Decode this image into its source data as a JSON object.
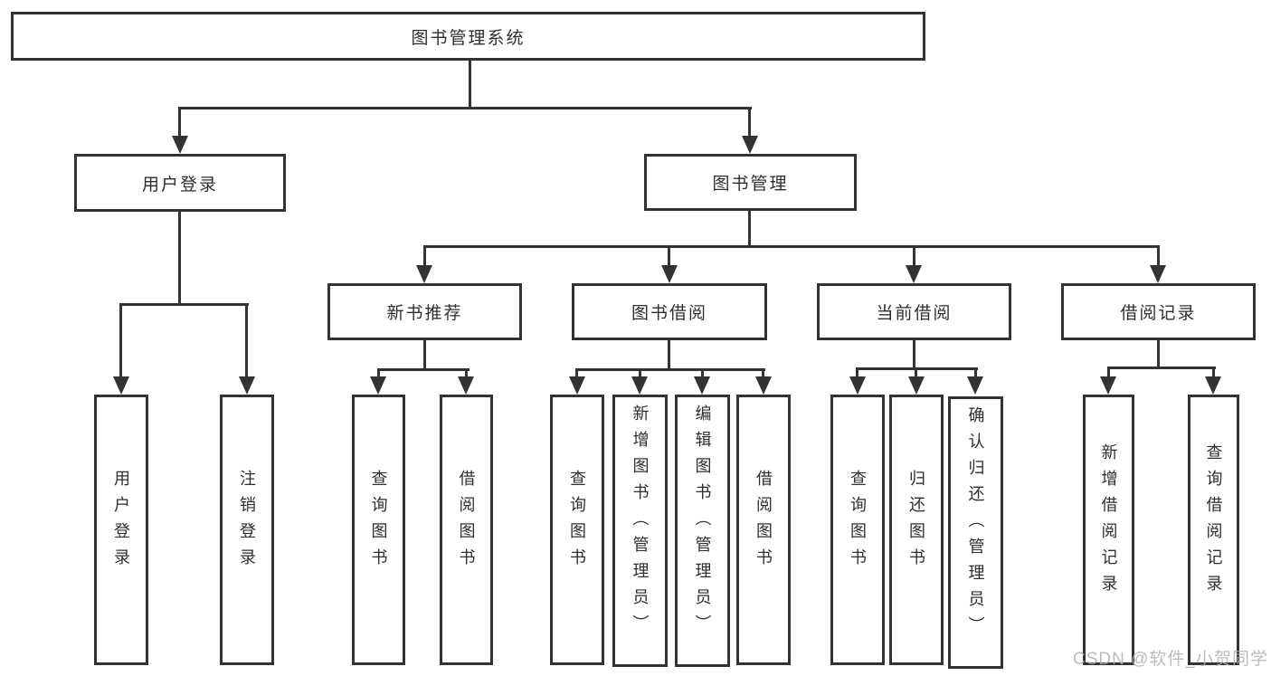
{
  "watermark": "CSDN @软件_小贺同学",
  "colors": {
    "line": "#333333",
    "box_border": "#333333",
    "box_fill": "#ffffff",
    "text": "#2f2f2f",
    "background": "#ffffff",
    "watermark": "#b0b0b0"
  },
  "tree": {
    "label": "图书管理系统",
    "children": [
      {
        "label": "用户登录",
        "children": [
          {
            "label": "用户登录"
          },
          {
            "label": "注销登录"
          }
        ]
      },
      {
        "label": "图书管理",
        "children": [
          {
            "label": "新书推荐",
            "children": [
              {
                "label": "查询图书"
              },
              {
                "label": "借阅图书"
              }
            ]
          },
          {
            "label": "图书借阅",
            "children": [
              {
                "label": "查询图书"
              },
              {
                "label": "新增图书（管理员）"
              },
              {
                "label": "编辑图书（管理员）"
              },
              {
                "label": "借阅图书"
              }
            ]
          },
          {
            "label": "当前借阅",
            "children": [
              {
                "label": "查询图书"
              },
              {
                "label": "归还图书"
              },
              {
                "label": "确认归还（管理员）"
              }
            ]
          },
          {
            "label": "借阅记录",
            "children": [
              {
                "label": "新增借阅记录"
              },
              {
                "label": "查询借阅记录"
              }
            ]
          }
        ]
      }
    ]
  }
}
